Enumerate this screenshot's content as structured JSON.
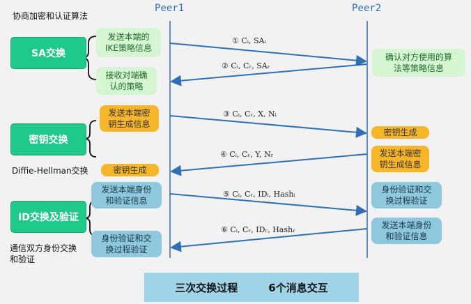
{
  "title": "协商加密和认证算法",
  "peers": {
    "left": "Peer1",
    "right": "Peer2"
  },
  "phases": [
    {
      "label": "SA交换",
      "note": ""
    },
    {
      "label": "密钥交换",
      "note": "Diffie-Hellman交换"
    },
    {
      "label": "ID交换及验证",
      "note": "通信双方身份交换\n和验证"
    }
  ],
  "left_boxes": [
    "发送本端的\nIKE策略信息",
    "接收对端确\n认的策略",
    "发送本端密\n钥生成信息",
    "密钥生成",
    "发送本端身份\n和验证信息",
    "身份验证和交\n换过程验证"
  ],
  "right_boxes": [
    "确认对方使用的算\n法等策略信息",
    "密钥生成",
    "发送本端密\n钥生成信息",
    "身份验证和交\n换过程验证",
    "发送本端身份\n和验证信息"
  ],
  "messages": [
    {
      "num": "①",
      "text": "Cᵢ, SAᵢ",
      "direction": "right"
    },
    {
      "num": "②",
      "text": "Cᵢ, Cᵣ, SAᵣ",
      "direction": "left"
    },
    {
      "num": "③",
      "text": "Cᵢ, Cᵣ, X, Nᵢ",
      "direction": "right"
    },
    {
      "num": "④",
      "text": "Cᵢ, Cᵣ, Y, Nᵣ",
      "direction": "left"
    },
    {
      "num": "⑤",
      "text": "Cᵢ, Cᵣ, IDᵢ, Hashᵢ",
      "direction": "right"
    },
    {
      "num": "⑥",
      "text": "Cᵢ, Cᵣ, IDᵣ, Hashᵣ",
      "direction": "left"
    }
  ],
  "footer": {
    "left": "三次交换过程",
    "right": "6个消息交互"
  },
  "colors": {
    "arrow": "#2f6fb3",
    "phase": "#1ec98a",
    "green_box": "#d6f5d3",
    "orange_box": "#f7b52a",
    "blue_box": "#8fc7dc",
    "footer": "#9fd3e8"
  }
}
